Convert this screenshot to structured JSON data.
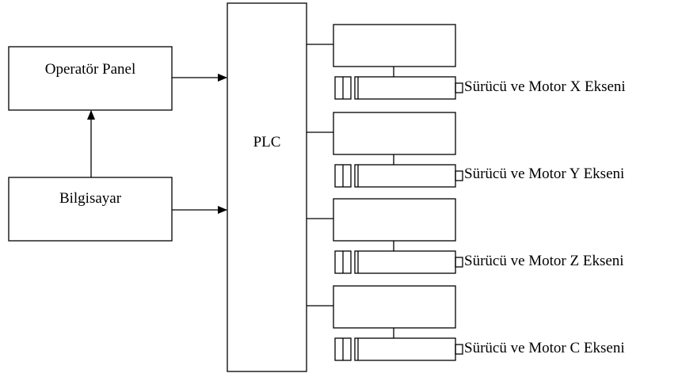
{
  "blocks": {
    "operator_panel": "Operatör Panel",
    "computer": "Bilgisayar",
    "plc": "PLC"
  },
  "axes": [
    {
      "label": "Sürücü ve Motor X Ekseni"
    },
    {
      "label": "Sürücü ve Motor Y Ekseni"
    },
    {
      "label": "Sürücü ve Motor Z Ekseni"
    },
    {
      "label": "Sürücü ve Motor C Ekseni"
    }
  ]
}
